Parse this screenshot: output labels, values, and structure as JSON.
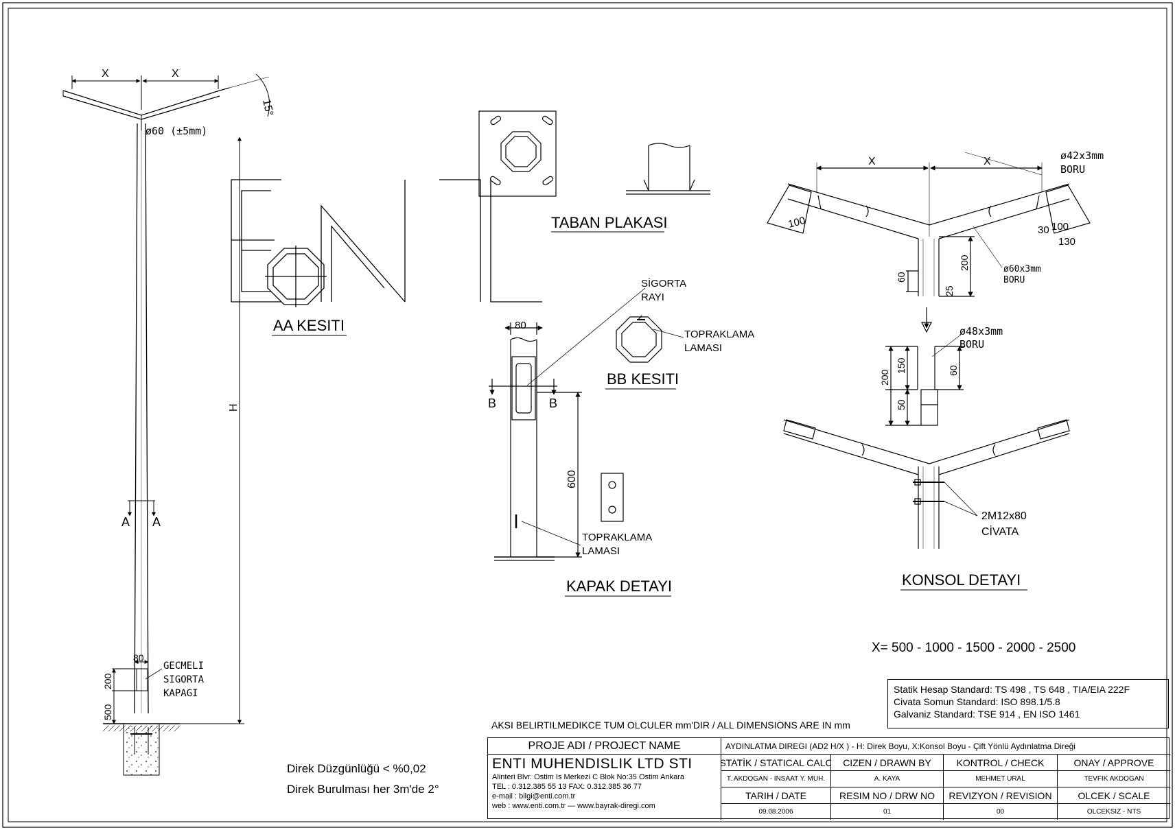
{
  "labels": {
    "x": "X",
    "h": "H",
    "a": "A",
    "b": "B",
    "angle": "15°",
    "dia60": "ø60 (±5mm)",
    "dim80": "80",
    "dim200": "200",
    "dim500": "500",
    "dim600": "600",
    "dim100": "100",
    "dim130": "130",
    "dim30": "30",
    "dim60": "60",
    "dim25": "25",
    "dim150": "150",
    "dim50": "50",
    "gecmeli": "GECMELI",
    "sigorta": "SIGORTA",
    "kapagi": "KAPAGI",
    "aa_kesiti": "AA KESITI",
    "taban_plakasi": "TABAN PLAKASI",
    "sigorta_rayi_1": "SİGORTA",
    "sigorta_rayi_2": "RAYI",
    "topraklama_1": "TOPRAKLAMA",
    "topraklama_2": "LAMASI",
    "bb_kesiti": "BB KESITI",
    "kapak_detayi": "KAPAK DETAYI",
    "boru42": "ø42x3mm",
    "boru60": "ø60x3mm",
    "boru48": "ø48x3mm",
    "boru": "BORU",
    "civata_1": "2M12x80",
    "civata_2": "CİVATA",
    "konsol_detayi": "KONSOL DETAYI",
    "x_values": "X= 500 - 1000 - 1500 - 2000 - 2500",
    "direk_duzgunlugu": "Direk Düzgünlüğü < %0,02",
    "direk_burulmasi": "Direk Burulması her 3m'de 2°",
    "dimensions_note": "AKSI BELIRTILMEDIKCE TUM OLCULER mm'DIR / ALL DIMENSIONS ARE IN mm"
  },
  "standards": [
    {
      "name": "Statik Hesap Standard:",
      "value": "TS 498 , TS 648 , TIA/EIA 222F"
    },
    {
      "name": "Civata Somun Standard:",
      "value": "ISO 898.1/5.8"
    },
    {
      "name": "Galvaniz Standard:",
      "value": "TSE 914 , EN ISO 1461"
    }
  ],
  "titleblock": {
    "project_label": "PROJE ADI / PROJECT NAME",
    "project_name": "AYDINLATMA DIREGI (AD2 H/X ) - H: Direk Boyu, X:Konsol Boyu - Çift Yönlü Aydınlatma Direği",
    "company_name": "ENTI MUHENDISLIK LTD STI",
    "address": "Alinteri Blvr. Ostim Is Merkezi C Blok No:35 Ostim Ankara",
    "tel": "TEL : 0.312.385 55 13  FAX: 0.312.385 36 77",
    "email": "e-mail : bilgi@enti.com.tr",
    "web": "web    : www.enti.com.tr   —   www.bayrak-diregi.com",
    "statik_label": "STATİK / STATICAL CALC",
    "statik_value": "T. AKDOGAN - INSAAT Y. MUH.",
    "cizen_label": "CIZEN / DRAWN BY",
    "cizen_value": "A. KAYA",
    "kontrol_label": "KONTROL / CHECK",
    "kontrol_value": "MEHMET URAL",
    "onay_label": "ONAY / APPROVE",
    "onay_value": "TEVFIK AKDOGAN",
    "tarih_label": "TARIH / DATE",
    "tarih_value": "09.08.2006",
    "resim_label": "RESIM NO / DRW NO",
    "resim_value": "01",
    "revizyon_label": "REVIZYON / REVISION",
    "revizyon_value": "00",
    "olcek_label": "OLCEK / SCALE",
    "olcek_value": "OLCEKSIZ - NTS"
  }
}
